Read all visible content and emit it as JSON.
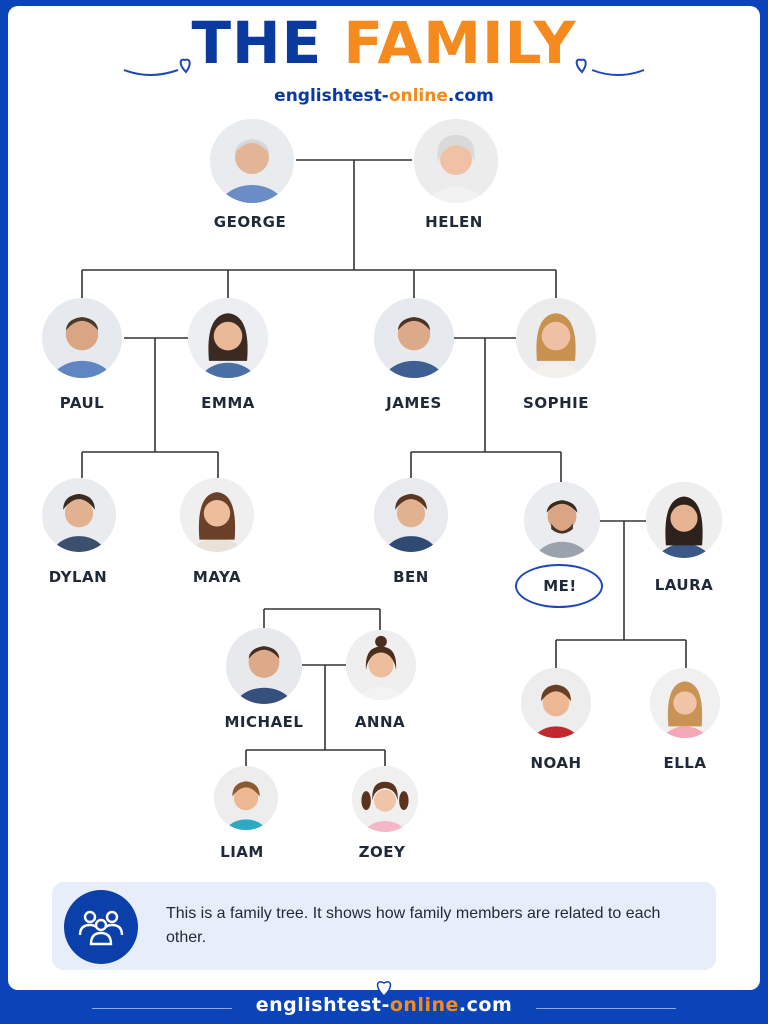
{
  "title": {
    "part1": "THE",
    "part2": "FAMILY"
  },
  "site": {
    "prefix": "englishtest-",
    "highlight": "online",
    "suffix": ".com"
  },
  "people": {
    "george": "GEORGE",
    "helen": "HELEN",
    "paul": "PAUL",
    "emma": "EMMA",
    "james": "JAMES",
    "sophie": "SOPHIE",
    "dylan": "DYLAN",
    "maya": "MAYA",
    "ben": "BEN",
    "me": "ME!",
    "laura": "LAURA",
    "michael": "MICHAEL",
    "anna": "ANNA",
    "noah": "NOAH",
    "ella": "ELLA",
    "liam": "LIAM",
    "zoey": "ZOEY"
  },
  "info": {
    "text": "This is a family tree. It shows how family members are related to each other.",
    "icon": "family-group-icon"
  },
  "footer": {
    "prefix": "englishtest-",
    "highlight": "online",
    "suffix": ".com"
  },
  "colors": {
    "brand_blue": "#0b3a9e",
    "brand_orange": "#f58a1f",
    "line": "#333333"
  }
}
